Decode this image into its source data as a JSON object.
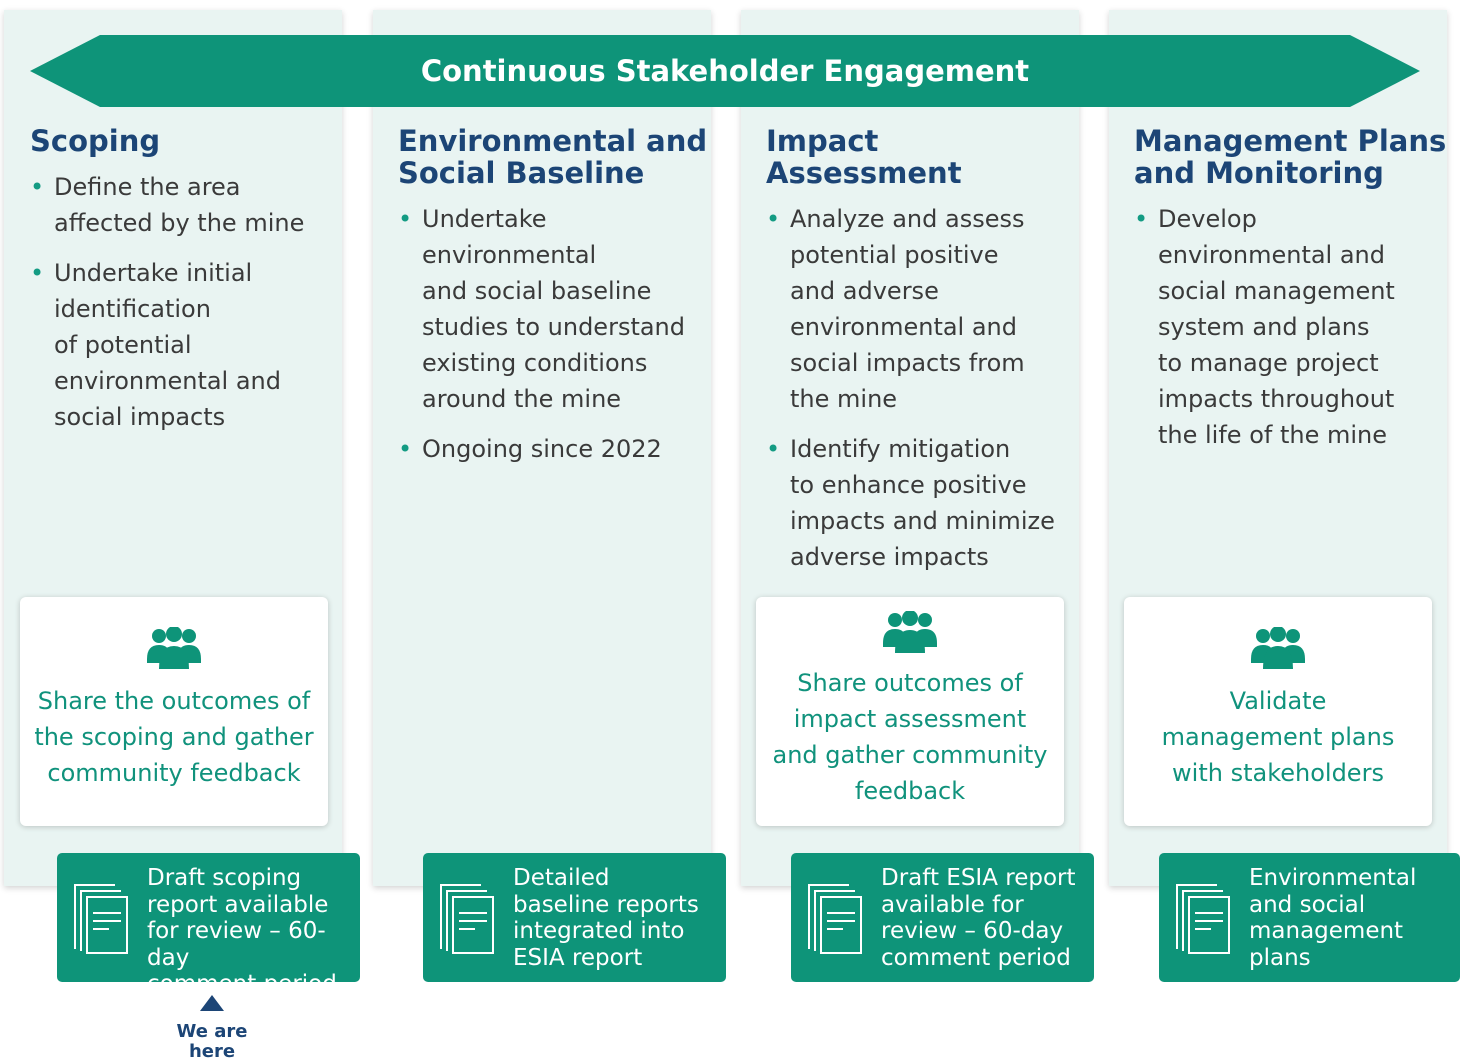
{
  "banner": {
    "title": "Continuous Stakeholder Engagement"
  },
  "colors": {
    "accent": "#0e9479",
    "title": "#1c4576",
    "column_bg": "#e9f4f2"
  },
  "phases": [
    {
      "title_lines": [
        "Scoping"
      ],
      "bullets": [
        [
          "Define the area",
          "affected by the mine"
        ],
        [
          "Undertake initial",
          "identification",
          "of potential",
          "environmental and",
          "social impacts"
        ]
      ],
      "card": {
        "icon": "people-icon",
        "lines": [
          "Share the outcomes of",
          "the scoping and gather",
          "community feedback"
        ]
      },
      "deliverable": {
        "icon": "document-icon",
        "lines": [
          "Draft scoping",
          "report available",
          "for review – 60-day",
          "comment period"
        ]
      }
    },
    {
      "title_lines": [
        "Environmental and",
        "Social Baseline"
      ],
      "bullets": [
        [
          "Undertake",
          "environmental",
          "and social baseline",
          "studies to understand",
          "existing conditions",
          "around the mine"
        ],
        [
          "Ongoing since 2022"
        ]
      ],
      "deliverable": {
        "icon": "document-icon",
        "lines": [
          "Detailed",
          "baseline reports",
          "integrated into",
          "ESIA report"
        ]
      }
    },
    {
      "title_lines": [
        "Impact",
        "Assessment"
      ],
      "bullets": [
        [
          "Analyze and assess",
          "potential positive",
          "and adverse",
          "environmental and",
          "social impacts from",
          "the mine"
        ],
        [
          "Identify mitigation",
          "to enhance positive",
          "impacts and minimize",
          "adverse impacts"
        ]
      ],
      "card": {
        "icon": "people-icon",
        "lines": [
          "Share outcomes of",
          "impact assessment",
          "and gather community",
          "feedback"
        ]
      },
      "deliverable": {
        "icon": "document-icon",
        "lines": [
          "Draft ESIA report",
          "available for",
          "review – 60-day",
          "comment period"
        ]
      }
    },
    {
      "title_lines": [
        "Management Plans",
        "and Monitoring"
      ],
      "bullets": [
        [
          "Develop",
          "environmental and",
          "social management",
          "system and plans",
          "to manage project",
          "impacts throughout",
          "the life of the mine"
        ]
      ],
      "card": {
        "icon": "people-icon",
        "lines": [
          "Validate",
          "management plans",
          "with stakeholders"
        ]
      },
      "deliverable": {
        "icon": "document-icon",
        "lines": [
          "Environmental",
          "and social",
          "management",
          "plans"
        ]
      }
    }
  ],
  "marker": {
    "icon": "triangle-up-icon",
    "lines": [
      "We are",
      "here"
    ]
  }
}
